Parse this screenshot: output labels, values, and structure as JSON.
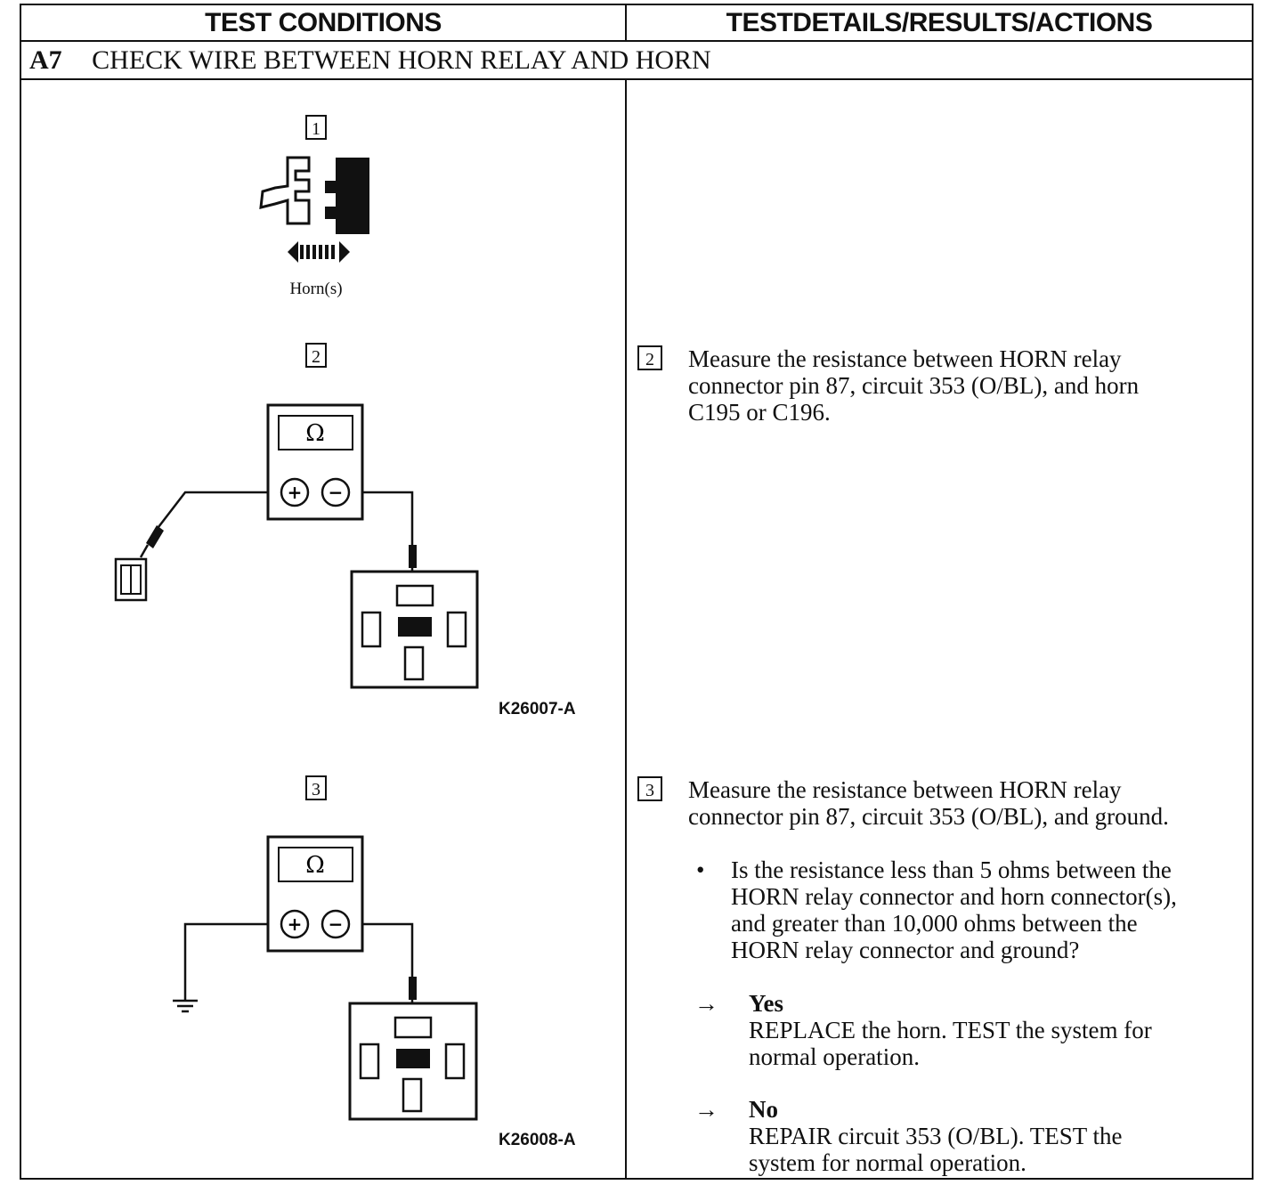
{
  "header": {
    "left": "TEST CONDITIONS",
    "right": "TESTDETAILS/RESULTS/ACTIONS"
  },
  "step": {
    "id": "A7",
    "title": "CHECK WIRE BETWEEN HORN RELAY AND HORN"
  },
  "left_column": {
    "step1": {
      "number": "1",
      "caption": "Horn(s)"
    },
    "step2": {
      "number": "2",
      "meter_symbol": "Ω",
      "plus": "+",
      "minus": "−",
      "figure_id": "K26007-A"
    },
    "step3": {
      "number": "3",
      "meter_symbol": "Ω",
      "plus": "+",
      "minus": "−",
      "figure_id": "K26008-A"
    }
  },
  "right_column": {
    "step2": {
      "number": "2",
      "lines": [
        "Measure the resistance between HORN relay",
        "connector pin 87, circuit 353 (O/BL), and horn",
        "C195 or C196."
      ]
    },
    "step3": {
      "number": "3",
      "lines": [
        "Measure the resistance between HORN relay",
        "connector pin 87, circuit 353 (O/BL), and ground."
      ],
      "bullet": "•",
      "question_lines": [
        "Is the resistance less than 5 ohms between the",
        "HORN relay connector and horn connector(s),",
        "and greater than 10,000 ohms between the",
        "HORN relay connector and ground?"
      ],
      "yes": {
        "arrow": "→",
        "label": "Yes",
        "lines": [
          "REPLACE the horn. TEST the system for",
          "normal operation."
        ]
      },
      "no": {
        "arrow": "→",
        "label": "No",
        "lines": [
          "REPAIR circuit 353 (O/BL). TEST the",
          "system for normal operation."
        ]
      }
    }
  }
}
